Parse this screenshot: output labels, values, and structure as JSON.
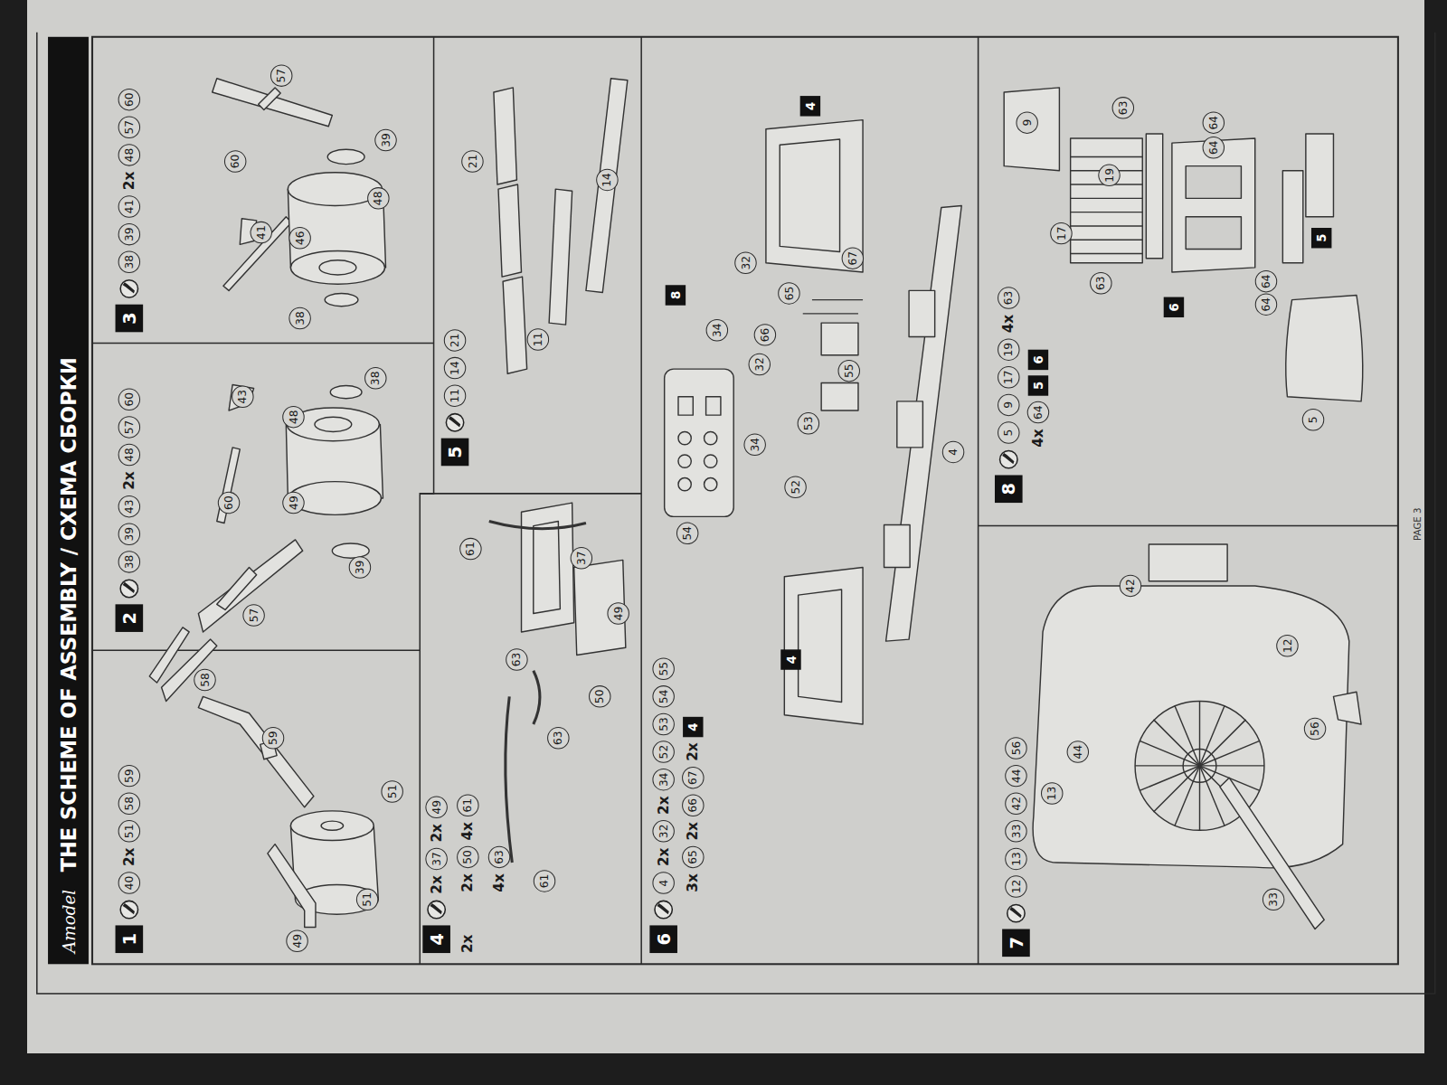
{
  "diagram": {
    "title": "THE SCHEME OF ASSEMBLY / СХЕМА СБОРКИ",
    "nodes": [
      {
        "text": [
          "1"
        ]
      },
      {
        "text": [
          "40"
        ]
      },
      {
        "text": [
          "51"
        ]
      },
      {
        "text": [
          "58"
        ]
      },
      {
        "text": [
          "59"
        ]
      },
      {
        "text": [
          "58"
        ]
      },
      {
        "text": [
          "59"
        ]
      },
      {
        "text": [
          "49"
        ]
      },
      {
        "text": [
          "51"
        ]
      },
      {
        "text": [
          "51"
        ]
      },
      {
        "text": [
          "2"
        ]
      },
      {
        "text": [
          "38"
        ]
      },
      {
        "text": [
          "39"
        ]
      },
      {
        "text": [
          "43"
        ]
      },
      {
        "text": [
          "48"
        ]
      },
      {
        "text": [
          "57"
        ]
      },
      {
        "text": [
          "60"
        ]
      },
      {
        "text": [
          "57"
        ]
      },
      {
        "text": [
          "60"
        ]
      },
      {
        "text": [
          "43"
        ]
      },
      {
        "text": [
          "49"
        ]
      },
      {
        "text": [
          "48"
        ]
      },
      {
        "text": [
          "39"
        ]
      },
      {
        "text": [
          "38"
        ]
      },
      {
        "text": [
          "3"
        ]
      },
      {
        "text": [
          "38"
        ]
      },
      {
        "text": [
          "39"
        ]
      },
      {
        "text": [
          "41"
        ]
      },
      {
        "text": [
          "48"
        ]
      },
      {
        "text": [
          "57"
        ]
      },
      {
        "text": [
          "60"
        ]
      },
      {
        "text": [
          "60"
        ]
      },
      {
        "text": [
          "57"
        ]
      },
      {
        "text": [
          "41"
        ]
      },
      {
        "text": [
          "46"
        ]
      },
      {
        "text": [
          "38"
        ]
      },
      {
        "text": [
          "48"
        ]
      },
      {
        "text": [
          "39"
        ]
      },
      {
        "text": [
          "4"
        ]
      },
      {
        "text": [
          "37"
        ]
      },
      {
        "text": [
          "49"
        ]
      },
      {
        "text": [
          "50"
        ]
      },
      {
        "text": [
          "61"
        ]
      },
      {
        "text": [
          "63"
        ]
      },
      {
        "text": [
          "61"
        ]
      },
      {
        "text": [
          "63"
        ]
      },
      {
        "text": [
          "50"
        ]
      },
      {
        "text": [
          "63"
        ]
      },
      {
        "text": [
          "61"
        ]
      },
      {
        "text": [
          "37"
        ]
      },
      {
        "text": [
          "49"
        ]
      },
      {
        "text": [
          "5"
        ]
      },
      {
        "text": [
          "11"
        ]
      },
      {
        "text": [
          "14"
        ]
      },
      {
        "text": [
          "21"
        ]
      },
      {
        "text": [
          "21"
        ]
      },
      {
        "text": [
          "11"
        ]
      },
      {
        "text": [
          "14"
        ]
      },
      {
        "text": [
          "6"
        ]
      },
      {
        "text": [
          "4"
        ]
      },
      {
        "text": [
          "32"
        ]
      },
      {
        "text": [
          "34"
        ]
      },
      {
        "text": [
          "52"
        ]
      },
      {
        "text": [
          "53"
        ]
      },
      {
        "text": [
          "54"
        ]
      },
      {
        "text": [
          "55"
        ]
      },
      {
        "text": [
          "65"
        ]
      },
      {
        "text": [
          "66"
        ]
      },
      {
        "text": [
          "67"
        ]
      },
      {
        "text": [
          "4"
        ]
      },
      {
        "text": [
          "4"
        ]
      },
      {
        "text": [
          "54"
        ]
      },
      {
        "text": [
          "52"
        ]
      },
      {
        "text": [
          "34"
        ]
      },
      {
        "text": [
          "53"
        ]
      },
      {
        "text": [
          "55"
        ]
      },
      {
        "text": [
          "32"
        ]
      },
      {
        "text": [
          "4"
        ]
      },
      {
        "text": [
          "34"
        ]
      },
      {
        "text": [
          "66"
        ]
      },
      {
        "text": [
          "8"
        ]
      },
      {
        "text": [
          "65"
        ]
      },
      {
        "text": [
          "32"
        ]
      },
      {
        "text": [
          "67"
        ]
      },
      {
        "text": [
          "4"
        ]
      },
      {
        "text": [
          "7"
        ]
      },
      {
        "text": [
          "12"
        ]
      },
      {
        "text": [
          "13"
        ]
      },
      {
        "text": [
          "33"
        ]
      },
      {
        "text": [
          "42"
        ]
      },
      {
        "text": [
          "44"
        ]
      },
      {
        "text": [
          "56"
        ]
      },
      {
        "text": [
          "33"
        ]
      },
      {
        "text": [
          "13"
        ]
      },
      {
        "text": [
          "44"
        ]
      },
      {
        "text": [
          "56"
        ]
      },
      {
        "text": [
          "12"
        ]
      },
      {
        "text": [
          "42"
        ]
      },
      {
        "text": [
          "8"
        ]
      },
      {
        "text": [
          "5"
        ]
      },
      {
        "text": [
          "9"
        ]
      },
      {
        "text": [
          "17"
        ]
      },
      {
        "text": [
          "19"
        ]
      },
      {
        "text": [
          "63"
        ]
      },
      {
        "text": [
          "64"
        ]
      },
      {
        "text": [
          "5"
        ]
      },
      {
        "text": [
          "6"
        ]
      },
      {
        "text": [
          "5"
        ]
      },
      {
        "text": [
          "64"
        ]
      },
      {
        "text": [
          "64"
        ]
      },
      {
        "text": [
          "6"
        ]
      },
      {
        "text": [
          "63"
        ]
      },
      {
        "text": [
          "17"
        ]
      },
      {
        "text": [
          "19"
        ]
      },
      {
        "text": [
          "9"
        ]
      },
      {
        "text": [
          "63"
        ]
      },
      {
        "text": [
          "64"
        ]
      },
      {
        "text": [
          "64"
        ]
      },
      {
        "text": [
          "5"
        ]
      }
    ],
    "labels": [
      "Amodel",
      "2x",
      "2x",
      "2x",
      "2x",
      "2x",
      "2x",
      "2x",
      "4x",
      "4x",
      "2x",
      "2x",
      "3x",
      "2x",
      "2x",
      "4x",
      "4x",
      "PAGE 3"
    ]
  }
}
